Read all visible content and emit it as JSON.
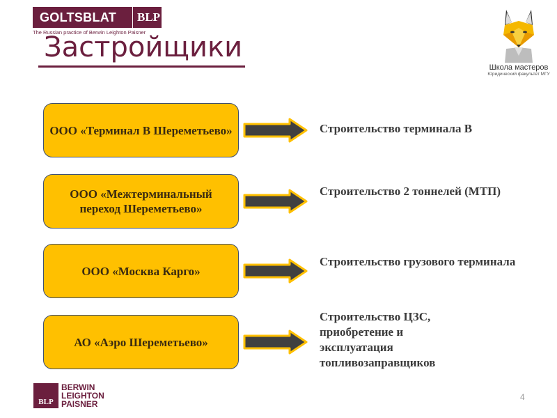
{
  "header": {
    "logo_main": "GOLTSBLAT",
    "logo_mark": "BLP",
    "logo_subtitle": "The Russian practice of Berwin Leighton Paisner",
    "title": "Застройщики"
  },
  "mascot": {
    "icon": "fox-icon",
    "school_name": "Школа мастеров",
    "faculty": "Юридический факультет МГУ"
  },
  "colors": {
    "brand": "#6b1f3e",
    "box_fill": "#ffc000",
    "box_border": "#3f4f6e",
    "arrow_fill": "#404040",
    "arrow_outline": "#ffc000"
  },
  "rows": [
    {
      "company": "ООО «Терминал В Шереметьево»",
      "activity": "Строительство терминала В"
    },
    {
      "company": "ООО «Межтерминальный переход Шереметьево»",
      "activity": "Строительство 2 тоннелей (МТП)"
    },
    {
      "company": "ООО «Москва Карго»",
      "activity": "Строительство грузового терминала"
    },
    {
      "company": "АО «Аэро Шереметьево»",
      "activity": "Строительство ЦЗС, приобретение и эксплуатация топливозаправщиков"
    }
  ],
  "footer": {
    "logo_mark": "BLP",
    "logo_line1": "BERWIN",
    "logo_line2": "LEIGHTON",
    "logo_line3": "PAISNER",
    "page_number": "4"
  }
}
